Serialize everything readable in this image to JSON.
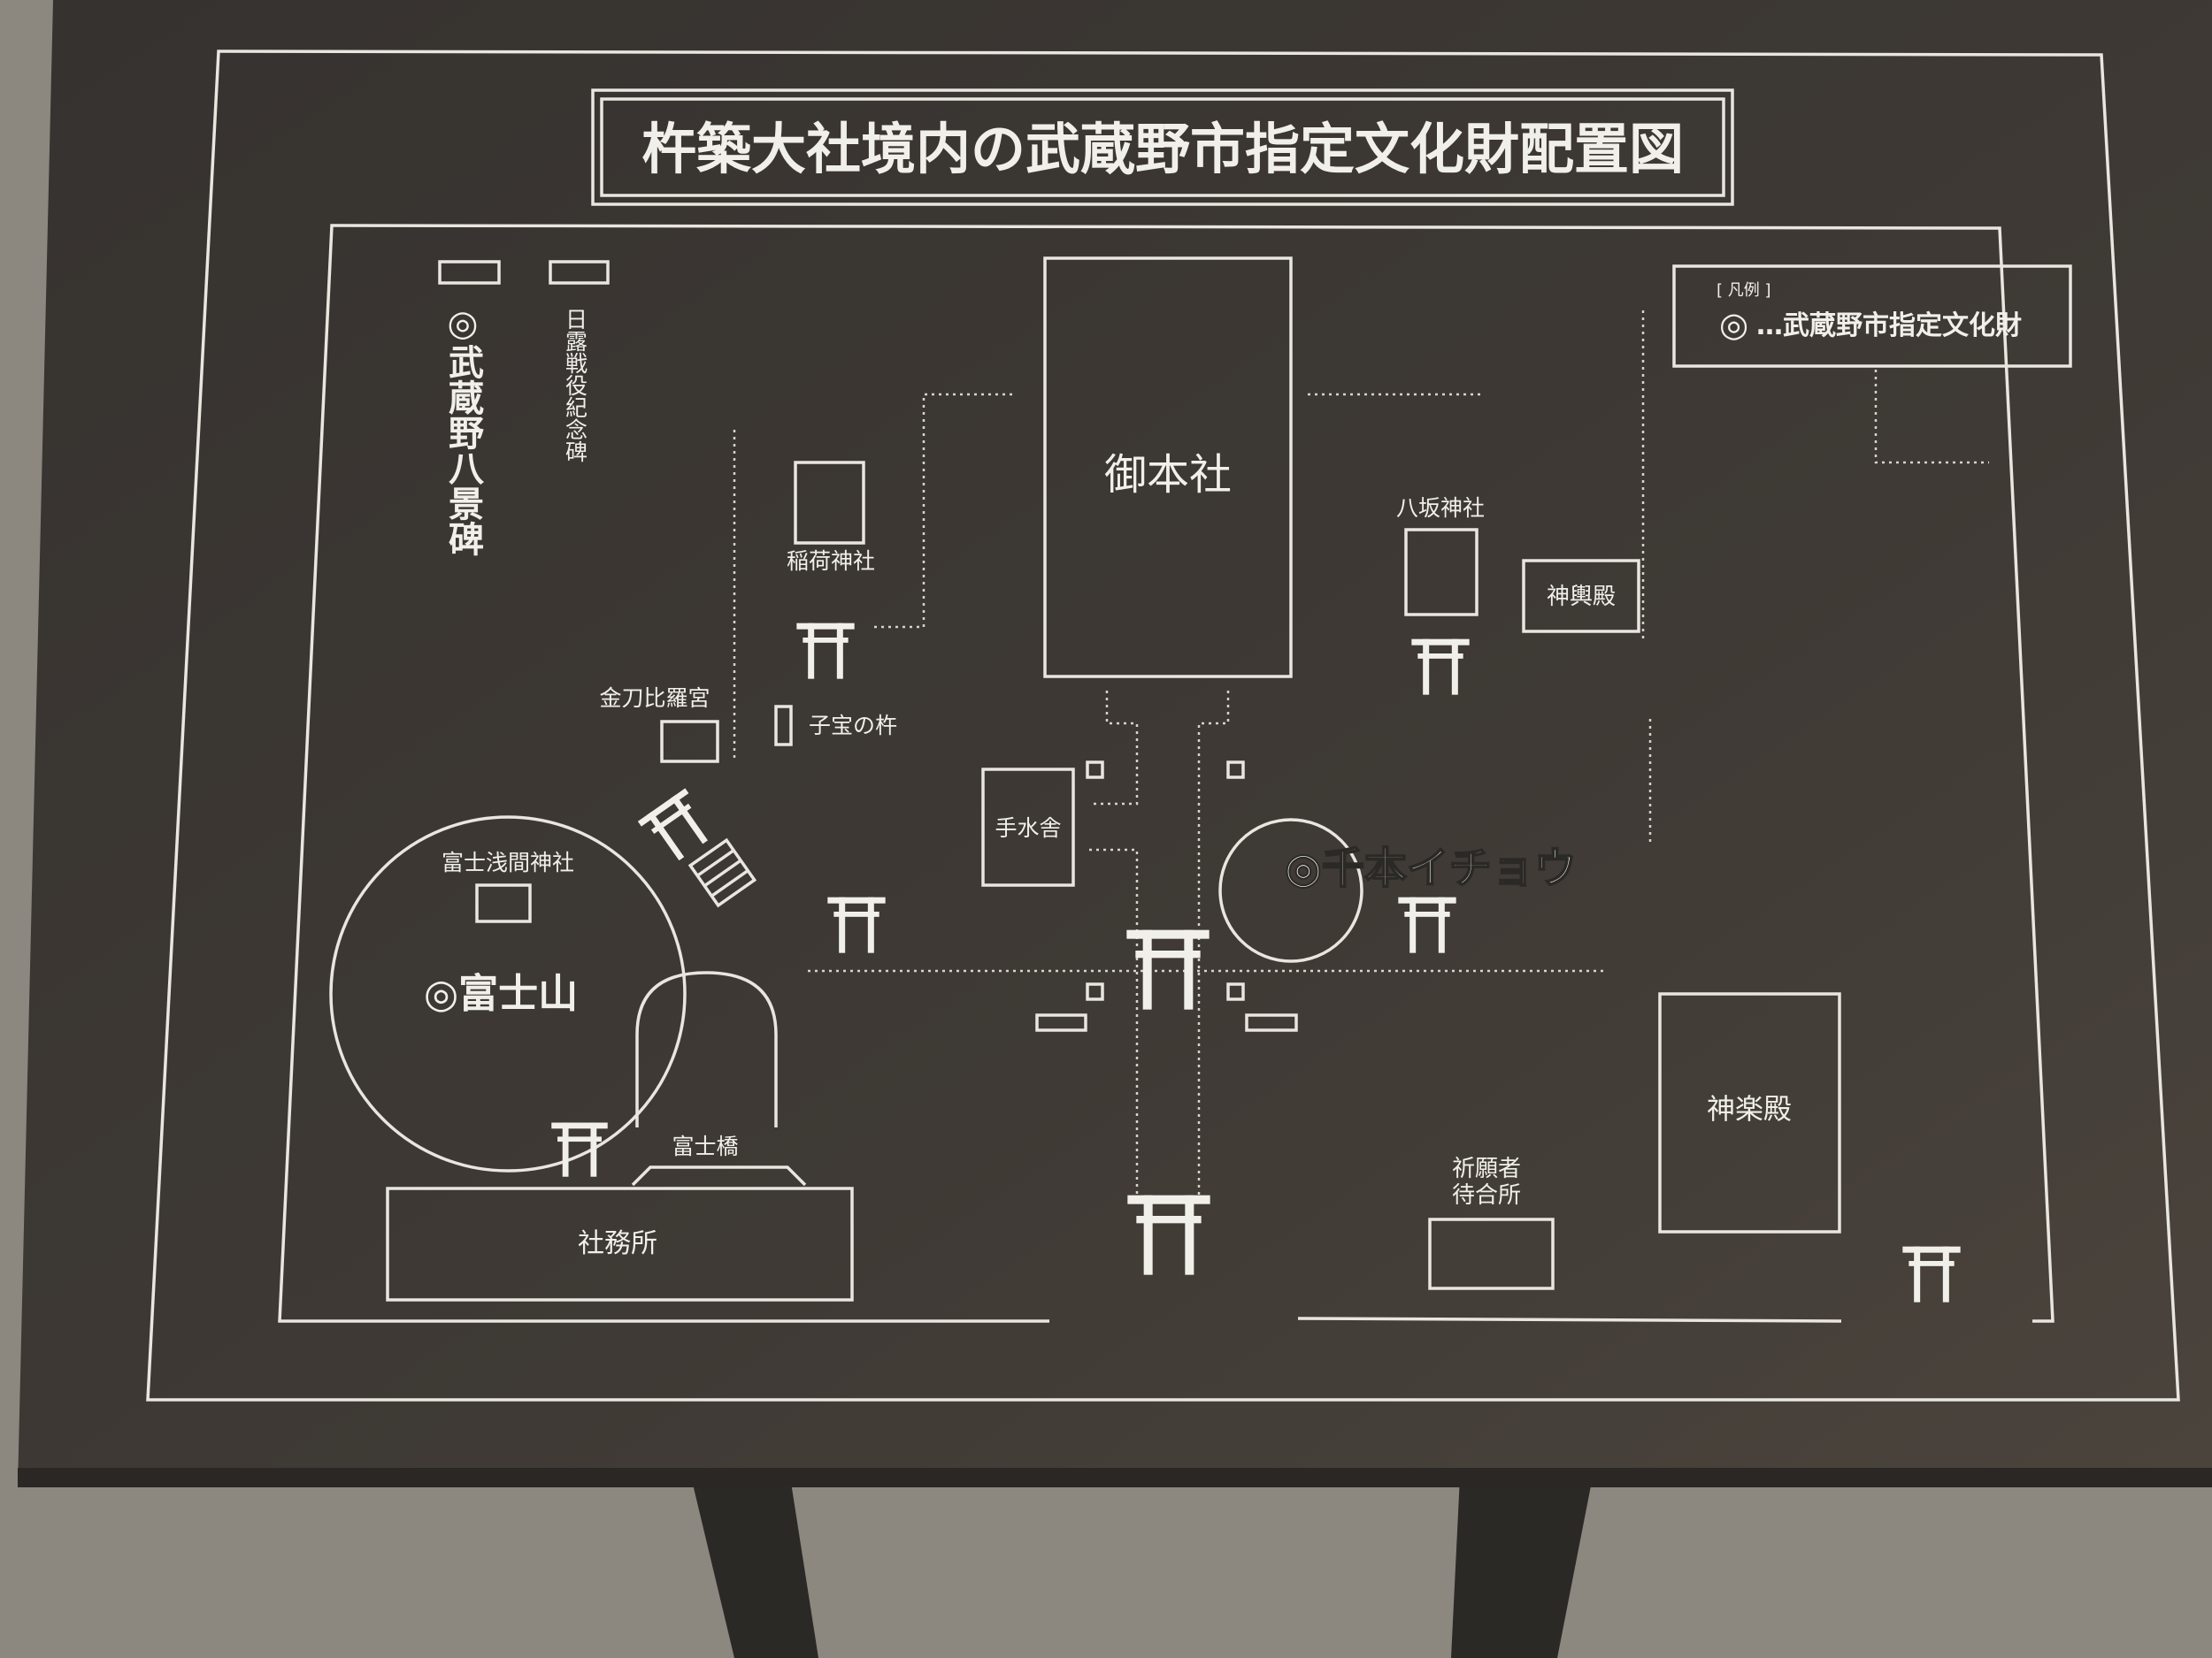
{
  "title": "杵築大社境内の武蔵野市指定文化財配置図",
  "legend": {
    "heading": "[ 凡例 ]",
    "symbol": "◎",
    "text": "…武蔵野市指定文化財"
  },
  "labels": {
    "musashino_hakkei": "◎武蔵野八景碑",
    "nichiro_monument": "日露戦役紀念碑",
    "honsha": "御本社",
    "inari": "稲荷神社",
    "yasaka": "八坂神社",
    "mikoshiden": "神輿殿",
    "kotohira": "金刀比羅宮",
    "kodakara": "子宝の杵",
    "temizuya": "手水舎",
    "senbon_icho": "◎千本イチョウ",
    "sengen": "富士浅間神社",
    "fujisan": "◎富士山",
    "fujibashi": "富士橋",
    "shamusho": "社務所",
    "kiganja_1": "祈願者",
    "kiganja_2": "待合所",
    "kaguraden": "神楽殿"
  },
  "colors": {
    "board": "#3d3935",
    "line": "#e9e6e0",
    "gravel": "#8c877f"
  }
}
